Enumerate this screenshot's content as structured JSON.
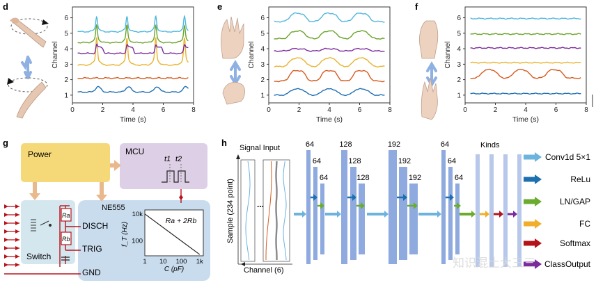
{
  "panel_labels": {
    "d": "d",
    "e": "e",
    "f": "f",
    "g": "g",
    "h": "h"
  },
  "chart_data": [
    {
      "panel": "d",
      "type": "line",
      "xlabel": "Time (s)",
      "ylabel": "Channel",
      "xlim": [
        0,
        8
      ],
      "ylim": [
        0.5,
        6.7
      ],
      "xticks": [
        0,
        2,
        4,
        6,
        8
      ],
      "yticks": [
        1,
        2,
        3,
        4,
        5,
        6
      ],
      "series": [
        {
          "color": "#1f6fb4",
          "baseline": 1.2,
          "amp": 0.35,
          "shape": "bump",
          "peaks": [
            1.7,
            3.7,
            5.6,
            7.5
          ]
        },
        {
          "color": "#d65a1f",
          "baseline": 2.1,
          "amp": 0.08,
          "shape": "flat",
          "peaks": []
        },
        {
          "color": "#e9b22c",
          "baseline": 2.95,
          "amp": 1.4,
          "shape": "spike",
          "peaks": [
            1.6,
            3.6,
            5.5,
            7.4
          ]
        },
        {
          "color": "#7a2a9a",
          "baseline": 3.7,
          "amp": 0.4,
          "shape": "step",
          "peaks": [
            1.6,
            3.6,
            5.5,
            7.4
          ]
        },
        {
          "color": "#6aa329",
          "baseline": 4.4,
          "amp": 0.9,
          "shape": "spike",
          "peaks": [
            1.6,
            3.6,
            5.5,
            7.4
          ]
        },
        {
          "color": "#4fb7dd",
          "baseline": 5.1,
          "amp": 0.8,
          "shape": "spike",
          "peaks": [
            1.6,
            3.6,
            5.5,
            7.4
          ]
        }
      ]
    },
    {
      "panel": "e",
      "type": "line",
      "xlabel": "Time (s)",
      "ylabel": "Channel",
      "xlim": [
        0,
        8
      ],
      "ylim": [
        0.5,
        6.7
      ],
      "xticks": [
        0,
        2,
        4,
        6,
        8
      ],
      "yticks": [
        1,
        2,
        3,
        4,
        5,
        6
      ],
      "series": [
        {
          "color": "#1f6fb4",
          "baseline": 1.0,
          "amp": 0.4,
          "shape": "plateau",
          "peaks": [
            1.9,
            4.0,
            6.1
          ]
        },
        {
          "color": "#d65a1f",
          "baseline": 1.9,
          "amp": 0.7,
          "shape": "plateau",
          "peaks": [
            1.9,
            4.0,
            6.1
          ]
        },
        {
          "color": "#e9b22c",
          "baseline": 2.85,
          "amp": 0.55,
          "shape": "plateau",
          "peaks": [
            1.9,
            4.0,
            6.1
          ]
        },
        {
          "color": "#7a2a9a",
          "baseline": 3.85,
          "amp": 0.15,
          "shape": "plateau",
          "peaks": [
            1.9,
            4.0,
            6.1
          ]
        },
        {
          "color": "#6aa329",
          "baseline": 4.65,
          "amp": 0.5,
          "shape": "plateau",
          "peaks": [
            1.9,
            4.0,
            6.1
          ]
        },
        {
          "color": "#4fb7dd",
          "baseline": 5.75,
          "amp": 0.55,
          "shape": "plateau",
          "peaks": [
            1.9,
            4.0,
            6.1
          ]
        }
      ]
    },
    {
      "panel": "f",
      "type": "line",
      "xlabel": "Time (s)",
      "ylabel": "Channel",
      "xlim": [
        0,
        8
      ],
      "ylim": [
        0.5,
        6.7
      ],
      "xticks": [
        0,
        2,
        4,
        6,
        8
      ],
      "yticks": [
        1,
        2,
        3,
        4,
        5,
        6
      ],
      "series": [
        {
          "color": "#1f6fb4",
          "baseline": 1.1,
          "amp": 0.02,
          "shape": "flat",
          "peaks": []
        },
        {
          "color": "#d65a1f",
          "baseline": 2.1,
          "amp": 0.55,
          "shape": "plateau",
          "peaks": [
            1.6,
            3.7,
            5.9
          ]
        },
        {
          "color": "#e9b22c",
          "baseline": 3.1,
          "amp": 0.05,
          "shape": "flat",
          "peaks": []
        },
        {
          "color": "#7a2a9a",
          "baseline": 4.05,
          "amp": 0.08,
          "shape": "flat",
          "peaks": []
        },
        {
          "color": "#6aa329",
          "baseline": 4.95,
          "amp": 0.06,
          "shape": "flat",
          "peaks": []
        },
        {
          "color": "#4fb7dd",
          "baseline": 5.95,
          "amp": 0.04,
          "shape": "flat",
          "peaks": []
        }
      ]
    },
    {
      "panel": "g-inset",
      "type": "line",
      "xlabel": "C (pF)",
      "ylabel": "f_T (Hz)",
      "xticks": [
        "1",
        "10",
        "100",
        "1k"
      ],
      "yticks": [
        "100",
        "10k"
      ],
      "annotation": "Ra + 2Rb",
      "series": [
        {
          "color": "#222222",
          "x": [
            1,
            1000
          ],
          "y": [
            10000,
            10
          ]
        }
      ]
    }
  ],
  "circuit": {
    "power": "Power",
    "mcu": "MCU",
    "t1": "t1",
    "t2": "t2",
    "ne555": "NE555",
    "switch": "Switch",
    "ra": "Ra",
    "rb": "Rb",
    "pins": [
      "DISCH",
      "TRIG",
      "GND"
    ],
    "colors": {
      "power": "#f5d978",
      "mcu": "#dccfe6",
      "ne555": "#c9dcee",
      "switch": "#d4e7ee",
      "wire": "#b8131c",
      "arrow": "#e8b98c"
    }
  },
  "network": {
    "signal_input": "Signal Input",
    "sample_label": "Sample (234 point)",
    "channel_label": "Channel (6)",
    "ellipsis": "...",
    "kinds": "Kinds",
    "filters": [
      "64",
      "64",
      "64",
      "128",
      "128",
      "128",
      "192",
      "192",
      "192",
      "64",
      "64",
      "64"
    ],
    "legend": [
      {
        "label": "Conv1d 5×1",
        "color": "#6cb3de"
      },
      {
        "label": "ReLu",
        "color": "#1d6fb0"
      },
      {
        "label": "LN/GAP",
        "color": "#6bac2f"
      },
      {
        "label": "FC",
        "color": "#f0ae2c"
      },
      {
        "label": "Softmax",
        "color": "#b3141b"
      },
      {
        "label": "ClassOutput",
        "color": "#7b2b9c"
      }
    ],
    "block_color": "#8eaadf"
  },
  "watermark": "知识混土大三三"
}
